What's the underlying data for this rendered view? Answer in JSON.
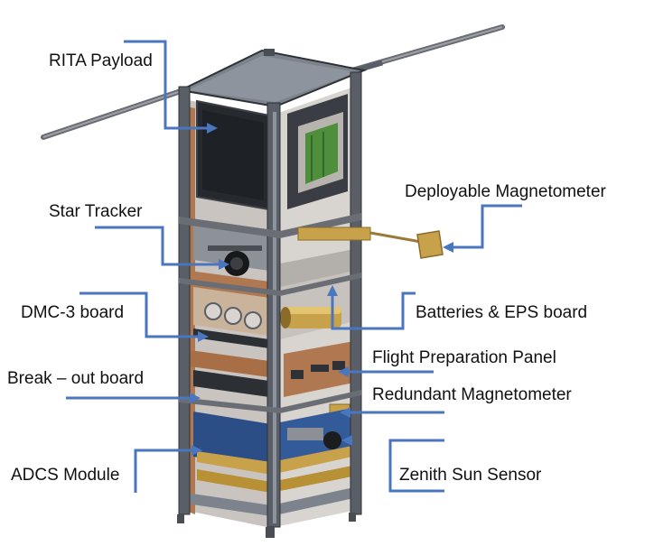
{
  "diagram": {
    "labels": {
      "rita_payload": "RITA Payload",
      "star_tracker": "Star Tracker",
      "dmc3_board": "DMC-3 board",
      "breakout_board": "Break – out board",
      "adcs_module": "ADCS Module",
      "deployable_magnetometer": "Deployable Magnetometer",
      "batteries_eps": "Batteries & EPS board",
      "flight_prep_panel": "Flight Preparation Panel",
      "redundant_magnetometer": "Redundant Magnetometer",
      "zenith_sun_sensor": "Zenith Sun Sensor"
    },
    "colors": {
      "callout": "#4a76c0",
      "frame": "#5a5e66",
      "frame_dark": "#3a3d44",
      "top_panel": "#6f7782",
      "payload_panel": "#262a2f",
      "pcb_green": "#4f8f3b",
      "copper": "#b07850",
      "pcb_blue": "#2c4e86",
      "gold": "#c8a24a",
      "inner_bg": "#d6d1cc"
    }
  }
}
